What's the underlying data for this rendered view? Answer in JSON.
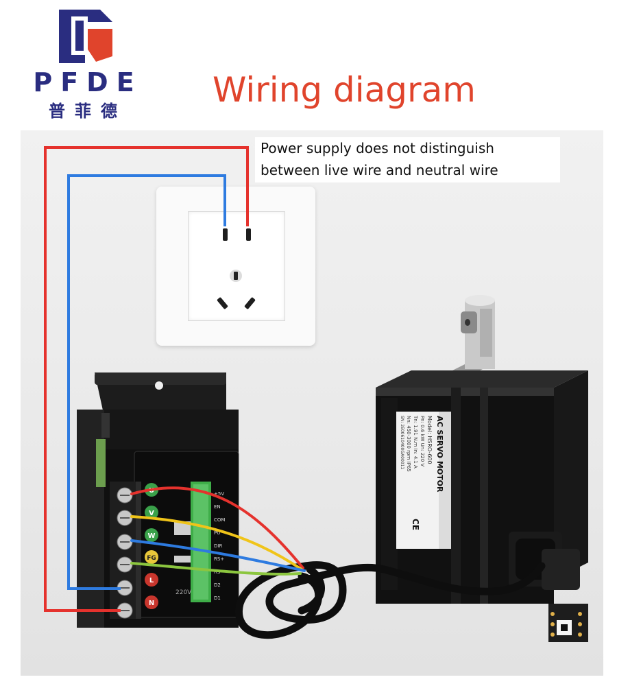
{
  "logo": {
    "letters": "PFDE",
    "chinese": "普菲德",
    "colors": {
      "navy": "#2a2d80",
      "red": "#e0442c"
    }
  },
  "title": "Wiring diagram",
  "note": {
    "line1": "Power supply does not distinguish",
    "line2": "between live wire and neutral wire"
  },
  "driver": {
    "terminals": [
      "U",
      "V",
      "W",
      "FG",
      "L",
      "N"
    ],
    "control_labels": [
      "+5V",
      "EN",
      "COM",
      "PU",
      "DIR",
      "RS+",
      "RS-",
      "D2",
      "D1"
    ],
    "voltage_label": "220V"
  },
  "motor": {
    "label_title": "AC SERVO MOTOR",
    "model": "Model: HSRO-600",
    "label_lines": [
      "Pn: 0.6 kW   Un: 220 V",
      "Tn: 1.91 N.m   In: 4.1 A",
      "Nn: 450-3000 rpm   IP65",
      "SN: 2E00610400GA00011"
    ],
    "ce_mark": "CE"
  },
  "wire_colors": {
    "live": "#e5322d",
    "neutral": "#2e7be0",
    "u": "#e5322d",
    "v": "#f0c419",
    "w": "#2e7be0",
    "fg": "#8cc63f"
  }
}
